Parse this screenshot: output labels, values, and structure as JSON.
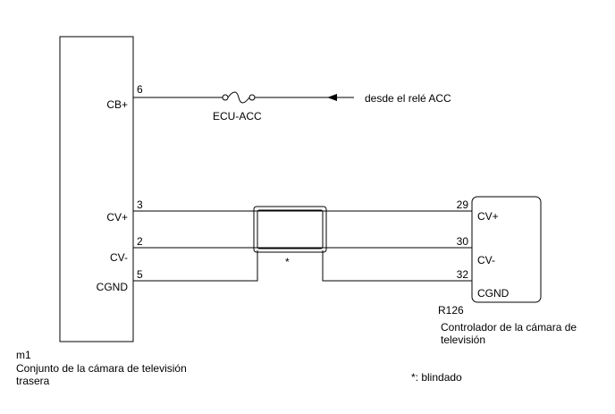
{
  "left_component": {
    "code": "m1",
    "name_line1": "Conjunto de la cámara de televisión",
    "name_line2": "trasera",
    "pins": {
      "cb_plus": {
        "label": "CB+",
        "number": "6"
      },
      "cv_plus": {
        "label": "CV+",
        "number": "3"
      },
      "cv_minus": {
        "label": "CV-",
        "number": "2"
      },
      "cgnd": {
        "label": "CGND",
        "number": "5"
      }
    }
  },
  "right_component": {
    "code": "R126",
    "name_line1": "Controlador de la cámara de",
    "name_line2": "televisión",
    "pins": {
      "cv_plus": {
        "label": "CV+",
        "number": "29"
      },
      "cv_minus": {
        "label": "CV-",
        "number": "30"
      },
      "cgnd": {
        "label": "CGND",
        "number": "32"
      }
    }
  },
  "fuse": {
    "label": "ECU-ACC"
  },
  "source": {
    "label": "desde el relé ACC"
  },
  "shield": {
    "marker": "*"
  },
  "legend": {
    "shield_note": "*: blindado"
  }
}
